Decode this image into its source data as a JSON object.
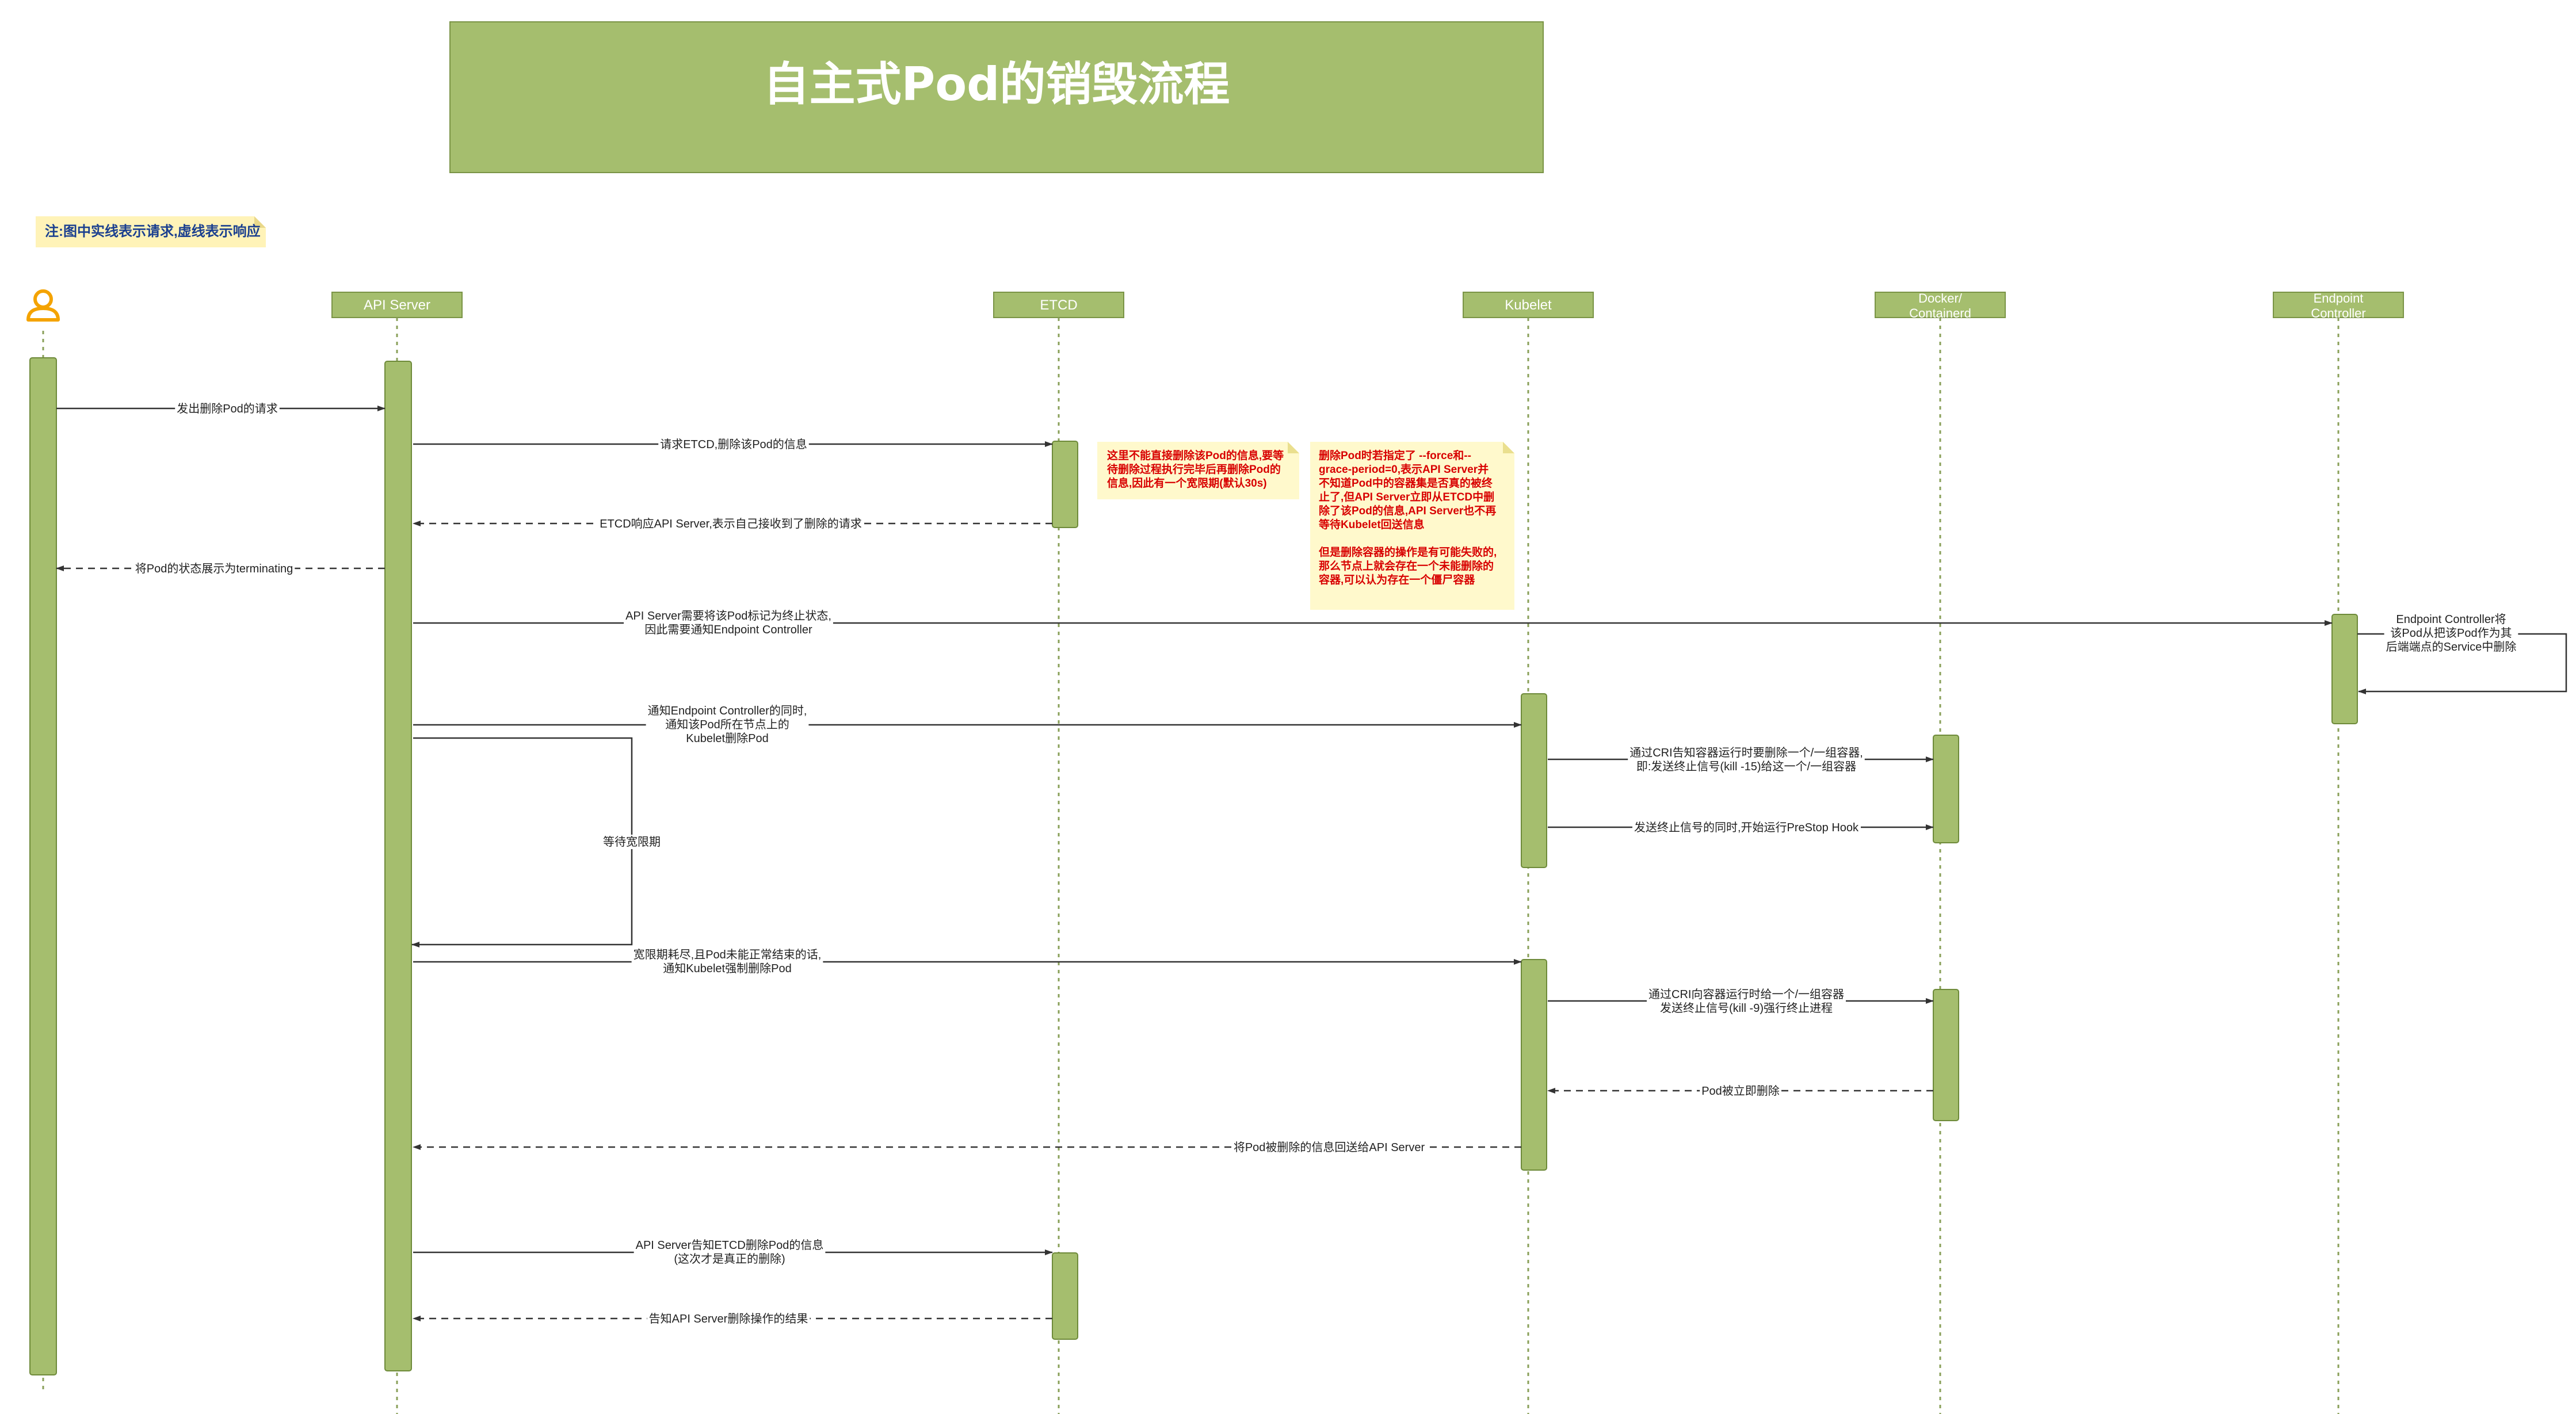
{
  "title": "自主式Pod的销毁流程",
  "legend_note": "注:图中实线表示请求,虚线表示响应",
  "participants": [
    {
      "id": "user",
      "label": ""
    },
    {
      "id": "api",
      "label": "API Server"
    },
    {
      "id": "etcd",
      "label": "ETCD"
    },
    {
      "id": "kubelet",
      "label": "Kubelet"
    },
    {
      "id": "docker",
      "label": "Docker/\nContainerd"
    },
    {
      "id": "endpoint",
      "label": "Endpoint\nController"
    }
  ],
  "messages": [
    {
      "id": "m1",
      "from": "user",
      "to": "api",
      "style": "solid",
      "text": "发出删除Pod的请求"
    },
    {
      "id": "m2",
      "from": "api",
      "to": "etcd",
      "style": "solid",
      "text": "请求ETCD,删除该Pod的信息"
    },
    {
      "id": "m3",
      "from": "etcd",
      "to": "api",
      "style": "dashed",
      "text": "ETCD响应API Server,表示自己接收到了删除的请求"
    },
    {
      "id": "m4",
      "from": "api",
      "to": "user",
      "style": "dashed",
      "text": "将Pod的状态展示为terminating"
    },
    {
      "id": "m5",
      "from": "api",
      "to": "endpoint",
      "style": "solid",
      "text": "API Server需要将该Pod标记为终止状态,\n因此需要通知Endpoint Controller"
    },
    {
      "id": "m6",
      "from": "endpoint",
      "to": "endpoint",
      "style": "solid",
      "text": "Endpoint Controller将\n该Pod从把该Pod作为其\n后端端点的Service中删除"
    },
    {
      "id": "m7",
      "from": "api",
      "to": "kubelet",
      "style": "solid",
      "text": "通知Endpoint Controller的同时,\n通知该Pod所在节点上的\nKubelet删除Pod"
    },
    {
      "id": "m8",
      "from": "api",
      "to": "api",
      "style": "solid",
      "text": "等待宽限期"
    },
    {
      "id": "m9",
      "from": "kubelet",
      "to": "docker",
      "style": "solid",
      "text": "通过CRI告知容器运行时要删除一个/一组容器,\n即:发送终止信号(kill -15)给这一个/一组容器"
    },
    {
      "id": "m10",
      "from": "kubelet",
      "to": "docker",
      "style": "solid",
      "text": "发送终止信号的同时,开始运行PreStop Hook"
    },
    {
      "id": "m11",
      "from": "api",
      "to": "kubelet",
      "style": "solid",
      "text": "宽限期耗尽,且Pod未能正常结束的话,\n通知Kubelet强制删除Pod"
    },
    {
      "id": "m12",
      "from": "kubelet",
      "to": "docker",
      "style": "solid",
      "text": "通过CRI向容器运行时给一个/一组容器\n发送终止信号(kill -9)强行终止进程"
    },
    {
      "id": "m13",
      "from": "docker",
      "to": "kubelet",
      "style": "dashed",
      "text": "Pod被立即删除"
    },
    {
      "id": "m14",
      "from": "kubelet",
      "to": "api",
      "style": "dashed",
      "text": "将Pod被删除的信息回送给API Server"
    },
    {
      "id": "m15",
      "from": "api",
      "to": "etcd",
      "style": "solid",
      "text": "API Server告知ETCD删除Pod的信息\n(这次才是真正的删除)"
    },
    {
      "id": "m16",
      "from": "etcd",
      "to": "api",
      "style": "dashed",
      "text": "告知API Server删除操作的结果"
    }
  ],
  "notes": [
    {
      "id": "note1",
      "text": "这里不能直接删除该Pod的信息,要等\n待删除过程执行完毕后再删除Pod的\n信息,因此有一个宽限期(默认30s)"
    },
    {
      "id": "note2",
      "text": "删除Pod时若指定了 --force和--\ngrace-period=0,表示API Server并\n不知道Pod中的容器集是否真的被终\n止了,但API Server立即从ETCD中删\n除了该Pod的信息,API Server也不再\n等待Kubelet回送信息\n\n但是删除容器的操作是有可能失败的,\n那么节点上就会存在一个未能删除的\n容器,可以认为存在一个僵尸容器"
    }
  ],
  "colors": {
    "activation_fill": "#a5be6e",
    "activation_stroke": "#6e8a3a",
    "header_fill": "#a5be6e",
    "title_fill": "#a5be6e",
    "note_fill": "#fff9cc",
    "note_text": "#d80000",
    "legend_text": "#1a3f8f",
    "actor_color": "#f4a300"
  }
}
